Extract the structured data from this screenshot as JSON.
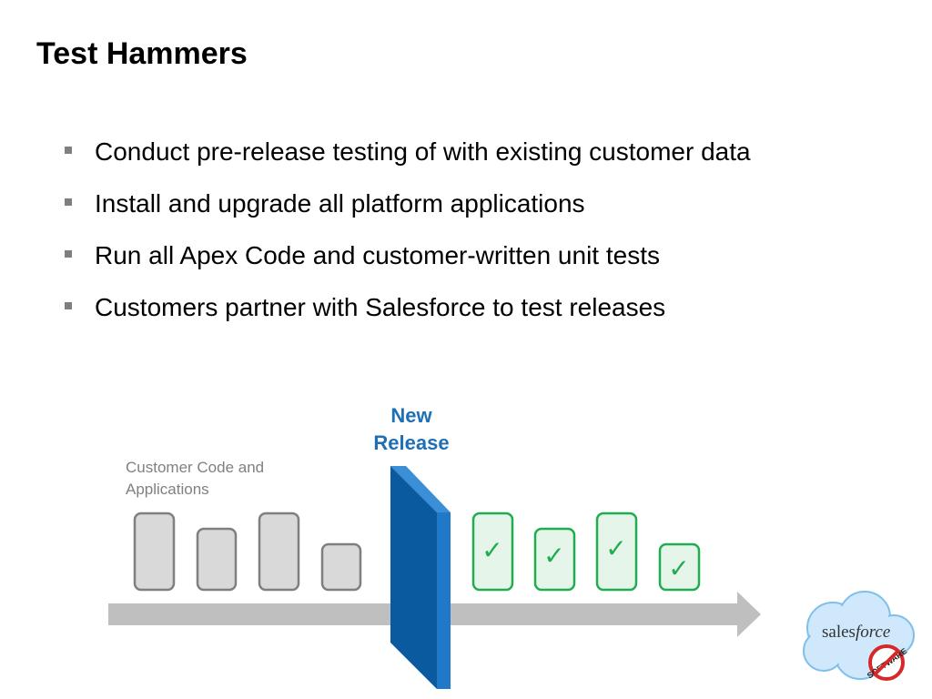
{
  "slide": {
    "title": "Test Hammers",
    "bullets": [
      "Conduct pre-release testing of with existing customer data",
      "Install and upgrade all platform applications",
      "Run all Apex Code and customer-written unit tests",
      "Customers partner with Salesforce to test releases"
    ]
  },
  "diagram": {
    "new_release_label": "New Release",
    "customer_label": "Customer Code and Applications",
    "check_glyph": "✓",
    "colors": {
      "gray_box_fill": "#d9d9d9",
      "gray_box_stroke": "#7f7f7f",
      "green_box_fill": "#e6f5ea",
      "green_box_stroke": "#1fad4f",
      "release_blue": "#0a5aa0",
      "release_blue_light": "#3b8fd6",
      "arrow_gray": "#bfbfbf"
    }
  },
  "logo": {
    "brand_sales": "sales",
    "brand_force": "force",
    "stamp_text": "SOFTWARE"
  }
}
